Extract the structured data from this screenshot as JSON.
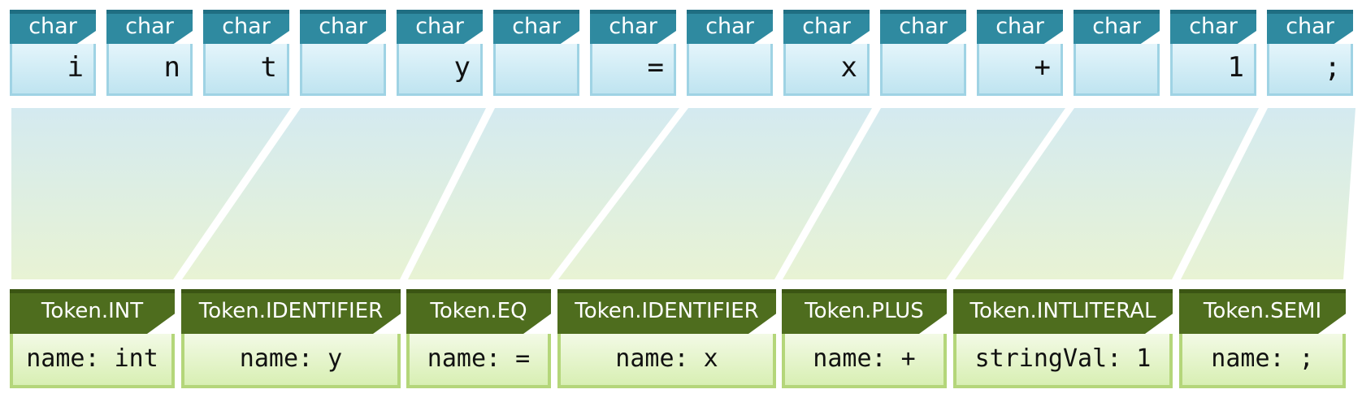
{
  "chars": [
    {
      "label": "char",
      "value": "i"
    },
    {
      "label": "char",
      "value": "n"
    },
    {
      "label": "char",
      "value": "t"
    },
    {
      "label": "char",
      "value": ""
    },
    {
      "label": "char",
      "value": "y"
    },
    {
      "label": "char",
      "value": ""
    },
    {
      "label": "char",
      "value": "="
    },
    {
      "label": "char",
      "value": ""
    },
    {
      "label": "char",
      "value": "x"
    },
    {
      "label": "char",
      "value": ""
    },
    {
      "label": "char",
      "value": "+"
    },
    {
      "label": "char",
      "value": ""
    },
    {
      "label": "char",
      "value": "1"
    },
    {
      "label": "char",
      "value": ";"
    }
  ],
  "tokens": [
    {
      "type": "Token.INT",
      "field": "name: int"
    },
    {
      "type": "Token.IDENTIFIER",
      "field": "name: y"
    },
    {
      "type": "Token.EQ",
      "field": "name: ="
    },
    {
      "type": "Token.IDENTIFIER",
      "field": "name: x"
    },
    {
      "type": "Token.PLUS",
      "field": "name: +"
    },
    {
      "type": "Token.INTLITERAL",
      "field": "stringVal: 1"
    },
    {
      "type": "Token.SEMI",
      "field": "name: ;"
    }
  ],
  "colors": {
    "char_header": "#2f8aa0",
    "char_body": "#d4eef6",
    "token_header": "#4e6d1e",
    "token_body": "#e8f5d0",
    "mapping_top": "#d4eaf0",
    "mapping_bottom": "#e8f3d4"
  }
}
